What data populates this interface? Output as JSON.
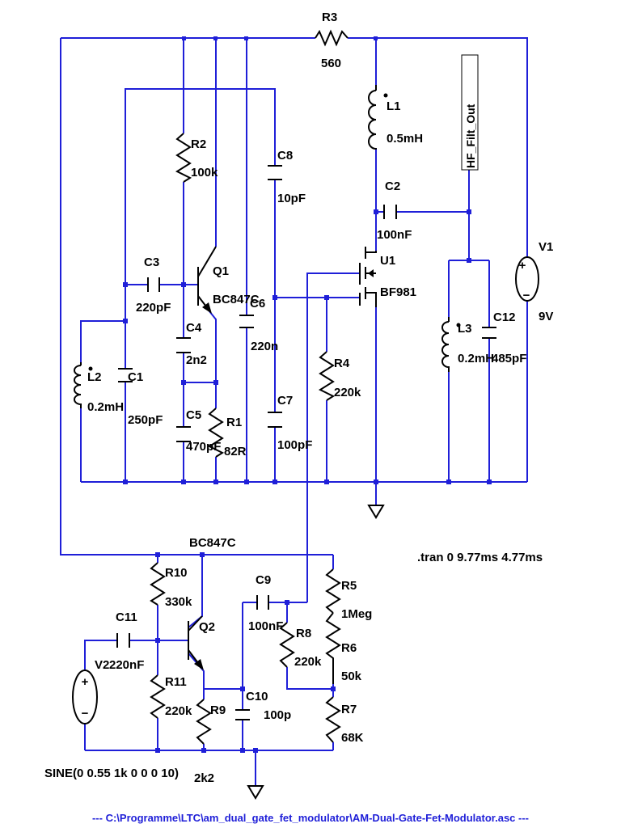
{
  "components": {
    "R3": {
      "ref": "R3",
      "value": "560"
    },
    "L1": {
      "ref": "L1",
      "value": "0.5mH"
    },
    "C2": {
      "ref": "C2",
      "value": "100nF"
    },
    "R2": {
      "ref": "R2",
      "value": "100k"
    },
    "C8": {
      "ref": "C8",
      "value": "10pF"
    },
    "C3": {
      "ref": "C3",
      "value": "220pF"
    },
    "Q1": {
      "ref": "Q1",
      "value": "BC847C"
    },
    "C6": {
      "ref": "C6",
      "value": "220n"
    },
    "U1": {
      "ref": "U1",
      "value": "BF981"
    },
    "V1": {
      "ref": "V1",
      "value": "9V"
    },
    "C4": {
      "ref": "C4",
      "value": "2n2"
    },
    "L3": {
      "ref": "L3",
      "value": "0.2mH"
    },
    "C12": {
      "ref": "C12",
      "value": "485pF"
    },
    "R4": {
      "ref": "R4",
      "value": "220k"
    },
    "L2": {
      "ref": "L2",
      "value": "0.2mH"
    },
    "C1": {
      "ref": "C1",
      "value": "250pF"
    },
    "C5": {
      "ref": "C5",
      "value": "470pF"
    },
    "R1": {
      "ref": "R1",
      "value": "82R"
    },
    "C7": {
      "ref": "C7",
      "value": "100pF"
    },
    "Q2": {
      "ref": "Q2",
      "value": "BC847C"
    },
    "R10": {
      "ref": "R10",
      "value": "330k"
    },
    "C9": {
      "ref": "C9",
      "value": "100nF"
    },
    "R5": {
      "ref": "R5",
      "value": "1Meg"
    },
    "C11": {
      "ref": "C11",
      "value": "220nF"
    },
    "V2": {
      "ref": "V2",
      "value": "SINE(0 0.55 1k 0 0 0 10)"
    },
    "R8": {
      "ref": "R8",
      "value": "220k"
    },
    "R6": {
      "ref": "R6",
      "value": "50k"
    },
    "R11": {
      "ref": "R11",
      "value": "220k"
    },
    "R9": {
      "ref": "R9",
      "value": "2k2"
    },
    "C10": {
      "ref": "C10",
      "value": "100p"
    },
    "R7": {
      "ref": "R7",
      "value": "68K"
    }
  },
  "net_label": "HF_Filt_Out",
  "directive": ".tran 0 9.77ms 4.77ms",
  "footer": "---  C:\\Programme\\LTC\\am_dual_gate_fet_modulator\\AM-Dual-Gate-Fet-Modulator.asc  ---",
  "colors": {
    "wire": "#1f1fd8",
    "component": "#000000",
    "background": "#ffffff"
  }
}
